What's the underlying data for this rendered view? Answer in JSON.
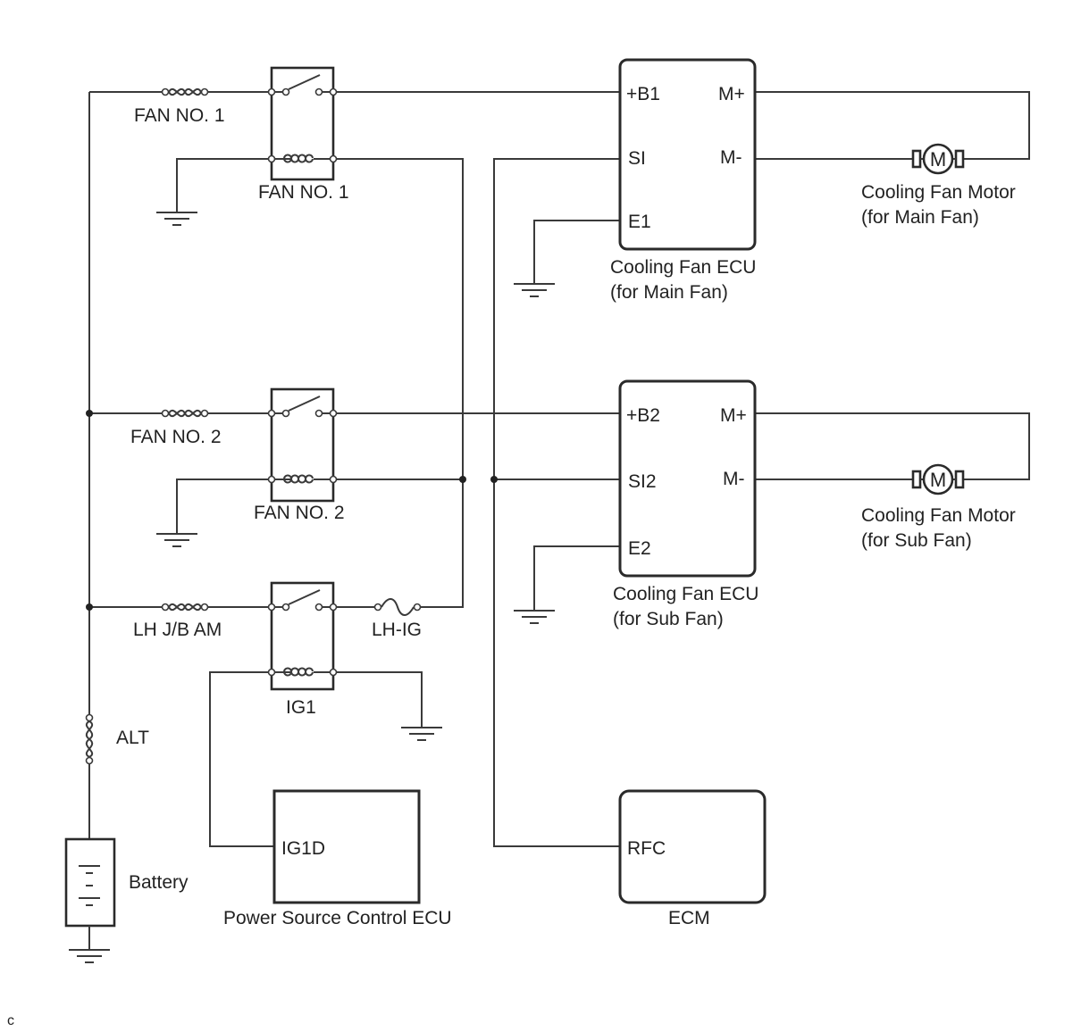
{
  "fuses": {
    "fan1": "FAN NO. 1",
    "fan2": "FAN NO. 2",
    "lhjb": "LH J/B AM",
    "lhig": "LH-IG",
    "alt": "ALT"
  },
  "relays": {
    "fan1": "FAN NO. 1",
    "fan2": "FAN NO. 2",
    "ig1": "IG1"
  },
  "battery": {
    "label": "Battery"
  },
  "ecu_main": {
    "pins": {
      "b": "+B1",
      "si": "SI",
      "e": "E1",
      "mp": "M+",
      "mm": "M-"
    },
    "name1": "Cooling Fan ECU",
    "name2": "(for Main Fan)"
  },
  "ecu_sub": {
    "pins": {
      "b": "+B2",
      "si": "SI2",
      "e": "E2",
      "mp": "M+",
      "mm": "M-"
    },
    "name1": "Cooling Fan ECU",
    "name2": "(for Sub Fan)"
  },
  "motor_main": {
    "symbol": "M",
    "name1": "Cooling Fan Motor",
    "name2": "(for Main Fan)"
  },
  "motor_sub": {
    "symbol": "M",
    "name1": "Cooling Fan Motor",
    "name2": "(for Sub Fan)"
  },
  "psc_ecu": {
    "pin": "IG1D",
    "name": "Power Source Control ECU"
  },
  "ecm": {
    "pin": "RFC",
    "name": "ECM"
  },
  "corner_mark": "c"
}
